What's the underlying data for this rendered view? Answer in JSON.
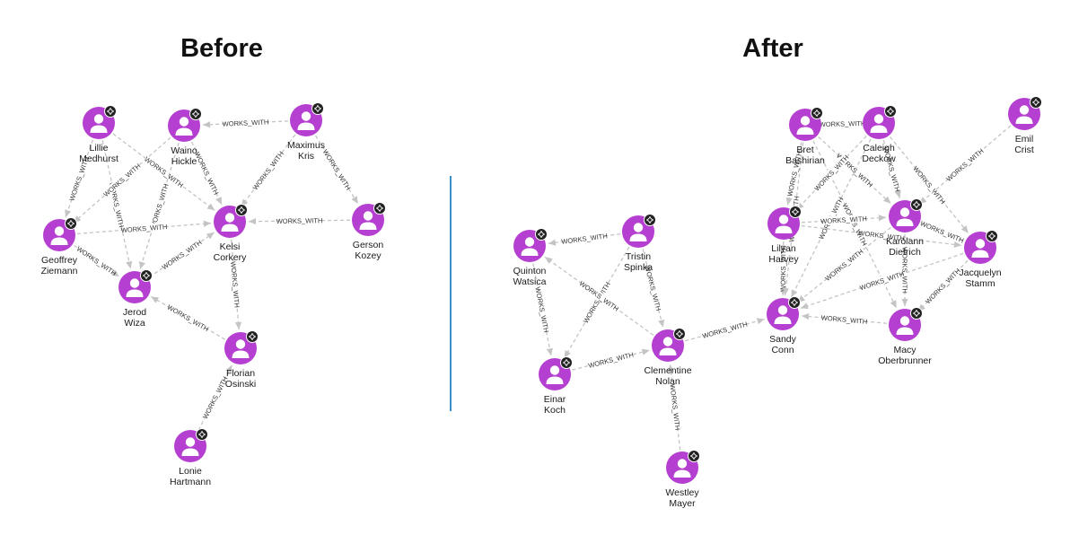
{
  "colors": {
    "node": "#b53fd0",
    "edge": "#c4c4c4",
    "divider": "#3f8fc7",
    "badge": "#222222",
    "text": "#1a1a1a"
  },
  "icons": {
    "node_icon": "person-icon",
    "badge_icon": "expand-badge-icon"
  },
  "panels": [
    {
      "id": "before",
      "title": "Before",
      "nodes": [
        {
          "id": "lillie",
          "label": [
            "Lillie",
            "Medhurst"
          ]
        },
        {
          "id": "waino",
          "label": [
            "Waino",
            "Hickle"
          ]
        },
        {
          "id": "maximus",
          "label": [
            "Maximus",
            "Kris"
          ]
        },
        {
          "id": "geoffrey",
          "label": [
            "Geoffrey",
            "Ziemann"
          ]
        },
        {
          "id": "kelsi",
          "label": [
            "Kelsi",
            "Corkery"
          ]
        },
        {
          "id": "gerson",
          "label": [
            "Gerson",
            "Kozey"
          ]
        },
        {
          "id": "jerod",
          "label": [
            "Jerod",
            "Wiza"
          ]
        },
        {
          "id": "florian",
          "label": [
            "Florian",
            "Osinski"
          ]
        },
        {
          "id": "lonie",
          "label": [
            "Lonie",
            "Hartmann"
          ]
        }
      ],
      "edges": [
        {
          "from": "maximus",
          "to": "waino",
          "label": "WORKS_WITH"
        },
        {
          "from": "maximus",
          "to": "kelsi",
          "label": "WORKS_WITH"
        },
        {
          "from": "maximus",
          "to": "gerson",
          "label": "WORKS_WITH"
        },
        {
          "from": "lillie",
          "to": "geoffrey",
          "label": "WORKS_WITH"
        },
        {
          "from": "lillie",
          "to": "kelsi",
          "label": "WORKS_WITH"
        },
        {
          "from": "lillie",
          "to": "jerod",
          "label": "WORKS_WITH"
        },
        {
          "from": "waino",
          "to": "geoffrey",
          "label": "WORKS_WITH"
        },
        {
          "from": "waino",
          "to": "kelsi",
          "label": "WORKS_WITH"
        },
        {
          "from": "waino",
          "to": "jerod",
          "label": "WORKS_WITH"
        },
        {
          "from": "geoffrey",
          "to": "kelsi",
          "label": "WORKS_WITH"
        },
        {
          "from": "geoffrey",
          "to": "jerod",
          "label": "WORKS_WITH"
        },
        {
          "from": "jerod",
          "to": "kelsi",
          "label": "WORKS_WITH"
        },
        {
          "from": "gerson",
          "to": "kelsi",
          "label": "WORKS_WITH"
        },
        {
          "from": "florian",
          "to": "jerod",
          "label": "WORKS_WITH"
        },
        {
          "from": "kelsi",
          "to": "florian",
          "label": "WORKS_WITH"
        },
        {
          "from": "lonie",
          "to": "florian",
          "label": "WORKS_WITH"
        }
      ]
    },
    {
      "id": "after",
      "title": "After",
      "nodes": [
        {
          "id": "bret",
          "label": [
            "Bret",
            "Bashirian"
          ]
        },
        {
          "id": "caleigh",
          "label": [
            "Caleigh",
            "Deckow"
          ]
        },
        {
          "id": "emil",
          "label": [
            "Emil",
            "Crist"
          ]
        },
        {
          "id": "lilyan",
          "label": [
            "Lilyan",
            "Harvey"
          ]
        },
        {
          "id": "karolann",
          "label": [
            "Karolann",
            "Dietrich"
          ]
        },
        {
          "id": "jacquelyn",
          "label": [
            "Jacquelyn",
            "Stamm"
          ]
        },
        {
          "id": "sandy",
          "label": [
            "Sandy",
            "Conn"
          ]
        },
        {
          "id": "macy",
          "label": [
            "Macy",
            "Oberbrunner"
          ]
        },
        {
          "id": "tristin",
          "label": [
            "Tristin",
            "Spinka"
          ]
        },
        {
          "id": "quinton",
          "label": [
            "Quinton",
            "Watsica"
          ]
        },
        {
          "id": "einar",
          "label": [
            "Einar",
            "Koch"
          ]
        },
        {
          "id": "clementine",
          "label": [
            "Clementine",
            "Nolan"
          ]
        },
        {
          "id": "westley",
          "label": [
            "Westley",
            "Mayer"
          ]
        }
      ],
      "edges": [
        {
          "from": "tristin",
          "to": "quinton",
          "label": "WORKS_WITH"
        },
        {
          "from": "tristin",
          "to": "einar",
          "label": "WORKS_WITH"
        },
        {
          "from": "tristin",
          "to": "clementine",
          "label": "WORKS_WITH"
        },
        {
          "from": "quinton",
          "to": "einar",
          "label": "WORKS_WITH"
        },
        {
          "from": "clementine",
          "to": "quinton",
          "label": "WORKS_WITH"
        },
        {
          "from": "einar",
          "to": "clementine",
          "label": "WORKS_WITH"
        },
        {
          "from": "westley",
          "to": "clementine",
          "label": "WORKS_WITH"
        },
        {
          "from": "clementine",
          "to": "sandy",
          "label": "WORKS_WITH"
        },
        {
          "from": "bret",
          "to": "lilyan",
          "label": "WORKS_WITH"
        },
        {
          "from": "bret",
          "to": "karolann",
          "label": "WORKS_WITH"
        },
        {
          "from": "bret",
          "to": "macy",
          "label": "WORKS_WITH"
        },
        {
          "from": "caleigh",
          "to": "bret",
          "label": "WORKS_WITH"
        },
        {
          "from": "caleigh",
          "to": "karolann",
          "label": "WORKS_WITH"
        },
        {
          "from": "caleigh",
          "to": "jacquelyn",
          "label": "WORKS_WITH"
        },
        {
          "from": "caleigh",
          "to": "lilyan",
          "label": "WORKS_WITH"
        },
        {
          "from": "caleigh",
          "to": "sandy",
          "label": "WORKS_WITH"
        },
        {
          "from": "emil",
          "to": "karolann",
          "label": "WORKS_WITH"
        },
        {
          "from": "lilyan",
          "to": "karolann",
          "label": "WORKS_WITH"
        },
        {
          "from": "lilyan",
          "to": "sandy",
          "label": "WORKS_WITH"
        },
        {
          "from": "lilyan",
          "to": "jacquelyn",
          "label": "WORKS_WITH"
        },
        {
          "from": "karolann",
          "to": "sandy",
          "label": "WORKS_WITH"
        },
        {
          "from": "karolann",
          "to": "jacquelyn",
          "label": "WORKS_WITH"
        },
        {
          "from": "karolann",
          "to": "macy",
          "label": "WORKS_WITH"
        },
        {
          "from": "jacquelyn",
          "to": "sandy",
          "label": "WORKS_WITH"
        },
        {
          "from": "jacquelyn",
          "to": "macy",
          "label": "WORKS_WITH"
        },
        {
          "from": "macy",
          "to": "sandy",
          "label": "WORKS_WITH"
        },
        {
          "from": "bret",
          "to": "sandy",
          "label": "WORKS_WITH"
        }
      ]
    }
  ]
}
